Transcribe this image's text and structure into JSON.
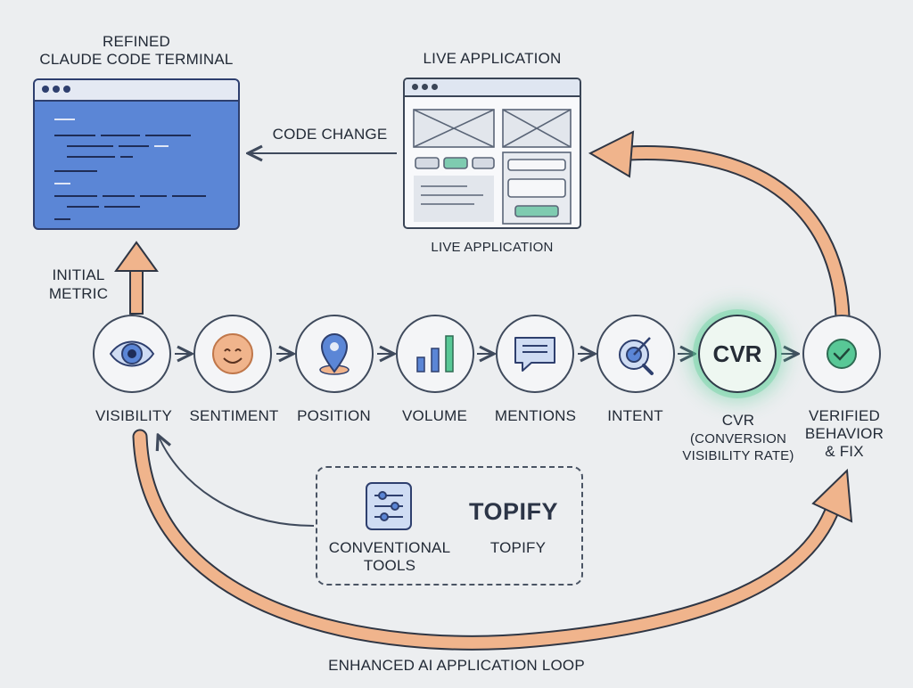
{
  "terminal": {
    "title_line1": "REFINED",
    "title_line2": "CLAUDE CODE TERMINAL"
  },
  "live_app": {
    "title": "LIVE APPLICATION",
    "caption": "LIVE APPLICATION"
  },
  "code_change": "CODE CHANGE",
  "initial_metric": {
    "line1": "INITIAL",
    "line2": "METRIC"
  },
  "metrics": [
    {
      "label": "VISIBILITY",
      "icon": "eye-icon"
    },
    {
      "label": "SENTIMENT",
      "icon": "smiley-icon"
    },
    {
      "label": "POSITION",
      "icon": "map-pin-icon"
    },
    {
      "label": "VOLUME",
      "icon": "bar-chart-icon"
    },
    {
      "label": "MENTIONS",
      "icon": "chat-bubble-icon"
    },
    {
      "label": "INTENT",
      "icon": "target-search-icon"
    },
    {
      "label": "CVR",
      "icon": "cvr-badge"
    },
    {
      "label": "VERIFIED",
      "icon": "check-circle-icon"
    }
  ],
  "cvr": {
    "badge": "CVR",
    "caption_line1": "CVR",
    "caption_line2": "(CONVERSION",
    "caption_line3": "VISIBILITY RATE)"
  },
  "verified": {
    "line1": "VERIFIED",
    "line2": "BEHAVIOR",
    "line3": "& FIX"
  },
  "tools_box": {
    "conventional_line1": "CONVENTIONAL",
    "conventional_line2": "TOOLS",
    "topify_logo": "TOPIFY",
    "topify_caption": "TOPIFY"
  },
  "loop_label": "ENHANCED AI APPLICATION LOOP",
  "colors": {
    "background": "#eceef0",
    "terminal_blue": "#5b86d6",
    "accent_orange": "#f0b48c",
    "accent_green": "#58c896",
    "line_dark": "#3f4a5c"
  }
}
